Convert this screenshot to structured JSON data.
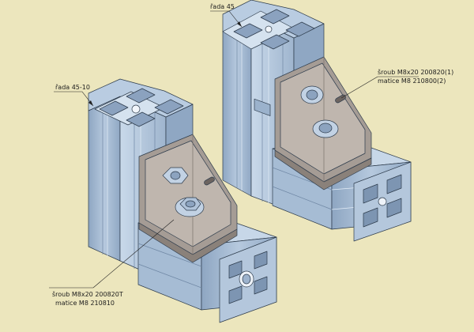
{
  "labels": {
    "series_45": "řada 45",
    "series_45_10": "řada 45-10",
    "right_screw": "šroub M8x20 200820(1)",
    "right_nut": "matice M8 210800(2)",
    "left_screw": "šroub M8x20 200820T",
    "left_nut": "matice M8 210810"
  },
  "colors": {
    "background": "#ece6bd",
    "profile_light": "#c4d6e8",
    "profile_mid": "#a9bed6",
    "profile_dark": "#7f97b3",
    "bracket_face": "#a59c95",
    "bracket_light": "#cbc3bb",
    "outline": "#2d3b4b"
  }
}
